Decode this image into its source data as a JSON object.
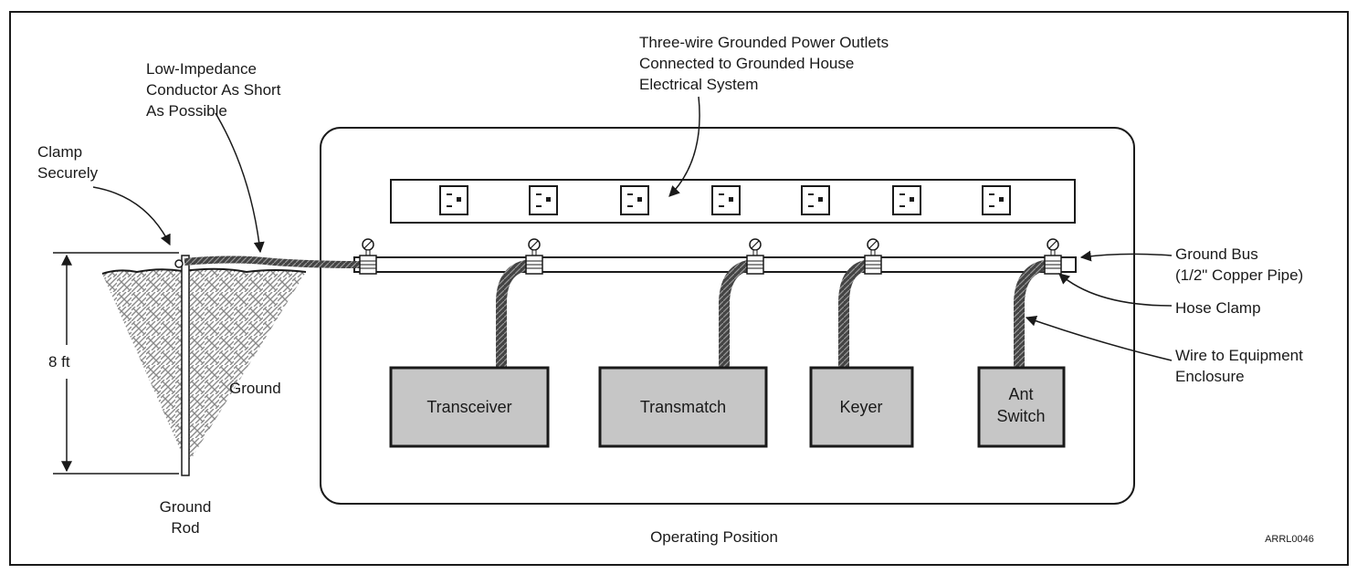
{
  "labels": {
    "low_impedance": [
      "Low-Impedance",
      "Conductor As Short",
      "As Possible"
    ],
    "clamp_securely": [
      "Clamp",
      "Securely"
    ],
    "outlets": [
      "Three-wire Grounded Power Outlets",
      "Connected to Grounded House",
      "Electrical System"
    ],
    "ground_bus": [
      "Ground Bus",
      "(1/2\" Copper Pipe)"
    ],
    "hose_clamp": "Hose Clamp",
    "wire_to_equipment": [
      "Wire to Equipment",
      "Enclosure"
    ],
    "height": "8 ft",
    "ground": "Ground",
    "ground_rod": [
      "Ground",
      "Rod"
    ],
    "operating_position": "Operating Position",
    "figure_id": "ARRL0046"
  },
  "equipment": {
    "transceiver": "Transceiver",
    "transmatch": "Transmatch",
    "keyer": "Keyer",
    "ant_switch": [
      "Ant",
      "Switch"
    ]
  },
  "colors": {
    "line": "#1a1a1a",
    "box_fill": "#c6c6c6",
    "wire": "#555555",
    "ground_hatch": "#888888"
  }
}
